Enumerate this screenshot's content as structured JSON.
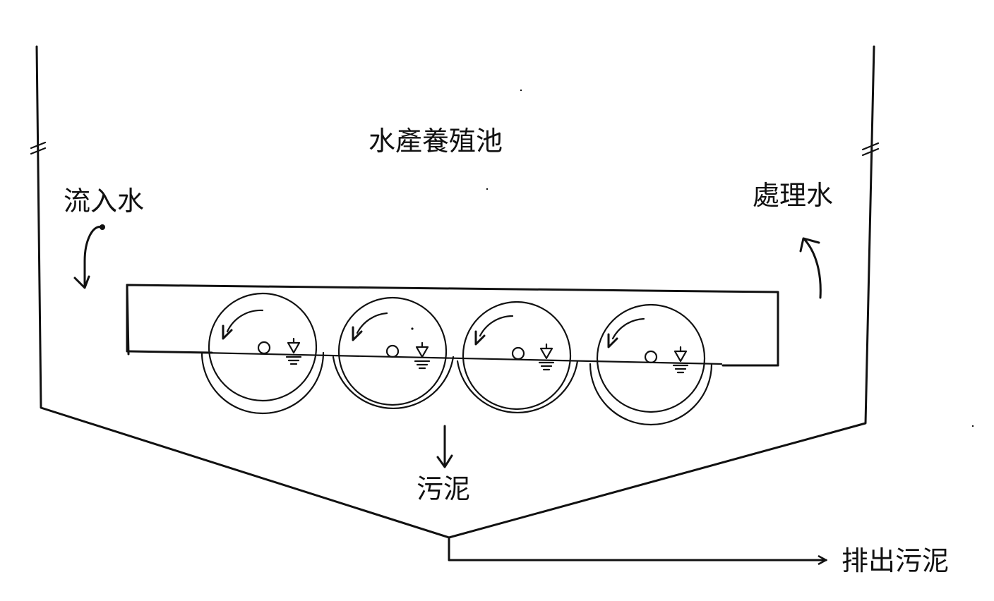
{
  "labels": {
    "tank_title": "水產養殖池",
    "inflow": "流入水",
    "treated": "處理水",
    "sludge": "污泥",
    "discharge": "排出污泥"
  },
  "colors": {
    "ink": "#111111",
    "background": "#ffffff"
  },
  "components": {
    "disc_count": 4,
    "break_marks": [
      "left-wall-break-icon",
      "right-wall-break-icon"
    ]
  }
}
